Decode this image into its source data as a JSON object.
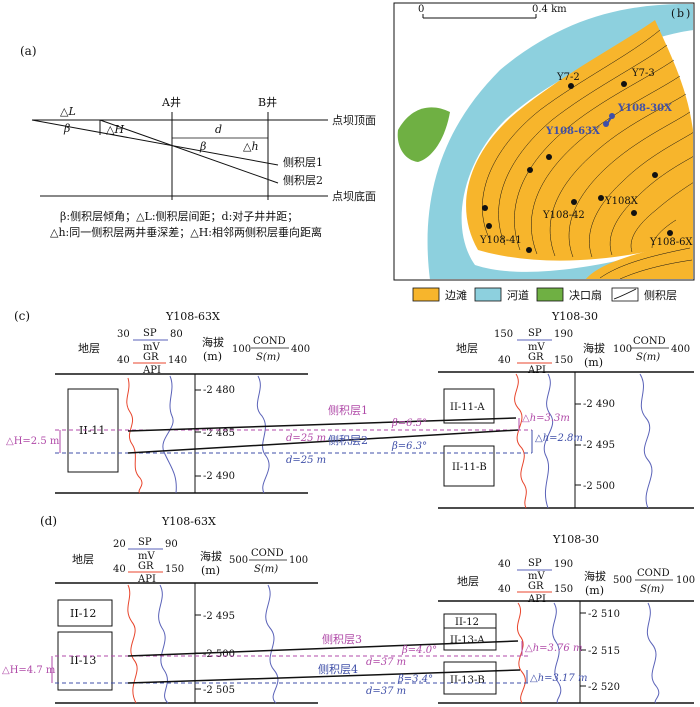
{
  "panel_a": {
    "label": "(a)",
    "well_a": "A井",
    "well_b": "B井",
    "top_surface": "点坝顶面",
    "bottom_surface": "点坝底面",
    "delta_l": "△L",
    "beta": "β",
    "delta_H": "△H",
    "d": "d",
    "beta2": "β",
    "delta_h": "△h",
    "layer1": "侧积层1",
    "layer2": "侧积层2",
    "caption_line1": "β:侧积层倾角；△L:侧积层间距；d:对子井井距；",
    "caption_line2": "△h:同一侧积层两井垂深差；△H:相邻两侧积层垂向距离"
  },
  "panel_b": {
    "label": "b",
    "scale_start": "0",
    "scale_end": "0.4 km",
    "wells": [
      {
        "name": "Y7-2",
        "highlight": false
      },
      {
        "name": "Y7-3",
        "highlight": false
      },
      {
        "name": "Y108-30X",
        "highlight": true
      },
      {
        "name": "Y108-63X",
        "highlight": true
      },
      {
        "name": "Y108X",
        "highlight": false
      },
      {
        "name": "Y108-42",
        "highlight": false
      },
      {
        "name": "Y108-41",
        "highlight": false
      },
      {
        "name": "Y108-6X",
        "highlight": false
      }
    ],
    "legend": [
      {
        "label": "边滩",
        "color": "#f7b52c"
      },
      {
        "label": "河道",
        "color": "#8dd0de"
      },
      {
        "label": "决口扇",
        "color": "#6fb043"
      },
      {
        "label": "侧积层",
        "color": "#ffffff"
      }
    ]
  },
  "panel_c": {
    "label": "(c)",
    "left_well": "Y108-63X",
    "right_well": "Y108-30",
    "strata_header": "地层",
    "left_sp_min": "30",
    "left_sp_label": "SP",
    "left_sp_max": "80",
    "left_sp_unit": "mV",
    "left_gr_min": "40",
    "left_gr_label": "GR",
    "left_gr_max": "140",
    "left_gr_unit": "API",
    "right_sp_min": "150",
    "right_sp_label": "SP",
    "right_sp_max": "190",
    "right_sp_unit": "mV",
    "right_gr_min": "40",
    "right_gr_label": "GR",
    "right_gr_max": "150",
    "right_gr_unit": "API",
    "elev_header": "海拔",
    "elev_unit": "(m)",
    "cond_min": "100",
    "cond_label": "COND",
    "cond_max": "400",
    "cond_unit": "S(m)",
    "left_zone": "II-11",
    "right_zone_a": "II-11-A",
    "right_zone_b": "II-11-B",
    "left_depths": [
      "-2 480",
      "-2 485",
      "-2 490"
    ],
    "right_depths": [
      "-2 490",
      "-2 495",
      "-2 500"
    ],
    "layer1": "侧积层1",
    "layer2": "侧积层2",
    "beta1": "β=6.5°",
    "beta2": "β=6.3°",
    "d1": "d=25 m",
    "d2": "d=25 m",
    "dh1": "△h=3.3m",
    "dh2": "△h=2.8m",
    "dH": "△H=2.5 m"
  },
  "panel_d": {
    "label": "(d)",
    "left_well": "Y108-63X",
    "right_well": "Y108-30",
    "strata_header": "地层",
    "left_sp_min": "20",
    "left_sp_label": "SP",
    "left_sp_max": "90",
    "left_sp_unit": "mV",
    "left_gr_min": "40",
    "left_gr_label": "GR",
    "left_gr_max": "150",
    "left_gr_unit": "API",
    "right_sp_min": "40",
    "right_sp_label": "SP",
    "right_sp_max": "190",
    "right_sp_unit": "mV",
    "right_gr_min": "40",
    "right_gr_label": "GR",
    "right_gr_max": "150",
    "right_gr_unit": "API",
    "elev_header": "海拔",
    "elev_unit": "(m)",
    "cond_min": "500",
    "cond_label": "COND",
    "cond_max": "100",
    "cond_unit": "S(m)",
    "left_zone_top": "II-12",
    "left_zone_main": "II-13",
    "right_zone_top": "II-12",
    "right_zone_a": "II-13-A",
    "right_zone_b": "II-13-B",
    "left_depths": [
      "-2 495",
      "-2 500",
      "-2 505"
    ],
    "right_depths": [
      "-2 510",
      "-2 515",
      "-2 520"
    ],
    "layer3": "侧积层3",
    "layer4": "侧积层4",
    "beta3": "β=4.0°",
    "beta4": "β=3.4°",
    "d3": "d=37 m",
    "d4": "d=37 m",
    "dh3": "△h=3.76 m",
    "dh4": "△h=3.17 m",
    "dH": "△H=4.7 m"
  },
  "colors": {
    "point_bar": "#f7b52c",
    "channel": "#8dd0de",
    "splay": "#6fb043",
    "sp_curve": "#5a62b8",
    "gr_curve": "#e8452c",
    "magenta": "#b04aa8",
    "blue": "#3f4fa8"
  }
}
